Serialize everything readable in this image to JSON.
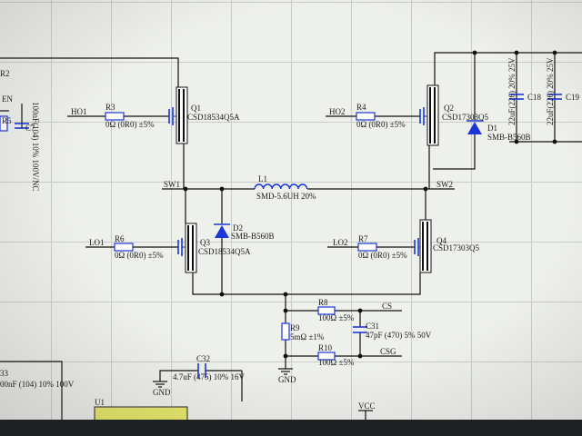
{
  "nets": {
    "ho1": "HO1",
    "ho2": "HO2",
    "lo1": "LO1",
    "lo2": "LO2",
    "sw1": "SW1",
    "sw2": "SW2",
    "cs": "CS",
    "csg": "CSG",
    "gnd1": "GND",
    "gnd2": "GND",
    "vcc": "VCC",
    "en": "EN"
  },
  "components": {
    "q1": {
      "ref": "Q1",
      "value": "CSD18534Q5A"
    },
    "q2": {
      "ref": "Q2",
      "value": "CSD17303Q5"
    },
    "q3": {
      "ref": "Q3",
      "value": "CSD18534Q5A"
    },
    "q4": {
      "ref": "Q4",
      "value": "CSD17303Q5"
    },
    "r3": {
      "ref": "R3",
      "value": "0Ω (0R0) ±5%"
    },
    "r4": {
      "ref": "R4",
      "value": "0Ω (0R0) ±5%"
    },
    "r6": {
      "ref": "R6",
      "value": "0Ω (0R0) ±5%"
    },
    "r7": {
      "ref": "R7",
      "value": "0Ω (0R0) ±5%"
    },
    "r8": {
      "ref": "R8",
      "value": "100Ω ±5%"
    },
    "r9": {
      "ref": "R9",
      "value": "5mΩ ±1%"
    },
    "r10": {
      "ref": "R10",
      "value": "100Ω ±5%"
    },
    "l1": {
      "ref": "L1",
      "value": "SMD-5.6UH 20%"
    },
    "d1": {
      "ref": "D1",
      "value": "SMB-B560B"
    },
    "d2": {
      "ref": "D2",
      "value": "SMB-B560B"
    },
    "c31": {
      "ref": "C31",
      "value": "47pF (470) 5% 50V"
    },
    "c32": {
      "ref": "C32",
      "value": "4.7uF (475) 10% 16V"
    },
    "c18": {
      "ref": "C18",
      "value": "22uF(226) 20% 25V"
    },
    "c19": {
      "ref": "C19",
      "value": "22uF(226) 20% 25V"
    },
    "partial_r2": "R2",
    "partial_r5": "R5",
    "partial_c7": "C7",
    "partial_c_left": "100nF(104) 10% 100V/NC",
    "partial_u1": "U1",
    "partial_c33": "33",
    "partial_c33_value": "00nF (104) 10% 100V"
  },
  "colors": {
    "wire": "#111111",
    "component": "#1c36d6",
    "grid": "#c9cccb",
    "background": "#eef0ec"
  }
}
